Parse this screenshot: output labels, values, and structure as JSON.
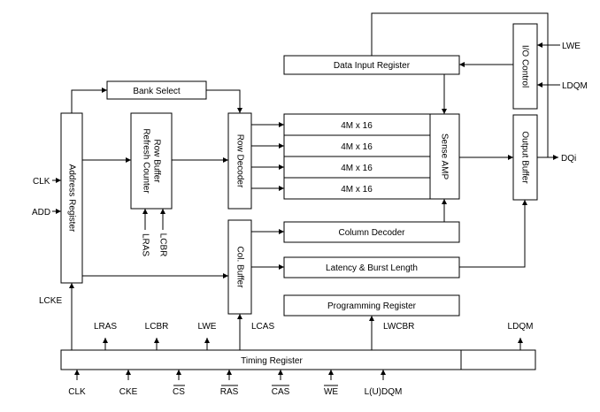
{
  "blocks": {
    "bank_select": "Bank Select",
    "address_register": "Address Register",
    "row_buffer_line1": "Row Buffer",
    "row_buffer_line2": "Refresh Counter",
    "row_decoder": "Row Decoder",
    "data_input_register": "Data Input Register",
    "memory_arrays": [
      "4M x 16",
      "4M x 16",
      "4M x 16",
      "4M x 16"
    ],
    "sense_amp": "Sense AMP",
    "io_control": "I/O Control",
    "output_buffer": "Output Buffer",
    "column_decoder": "Column Decoder",
    "latency_burst": "Latency & Burst Length",
    "programming_register": "Programming Register",
    "col_buffer": "Col. Buffer",
    "timing_register": "Timing Register"
  },
  "signals": {
    "clk_in": "CLK",
    "add_in": "ADD",
    "lcke": "LCKE",
    "lras_row": "LRAS",
    "lcbr_row": "LCBR",
    "lras_top": "LRAS",
    "lcbr_top": "LCBR",
    "lwe_top": "LWE",
    "lcas_top": "LCAS",
    "lwcbr": "LWCBR",
    "ldqm_top": "LDQM",
    "lwe_io": "LWE",
    "ldqm_io": "LDQM",
    "dqi": "DQi"
  },
  "bottom_inputs": [
    {
      "label": "CLK",
      "overline": false
    },
    {
      "label": "CKE",
      "overline": false
    },
    {
      "label": "CS",
      "overline": true
    },
    {
      "label": "RAS",
      "overline": true
    },
    {
      "label": "CAS",
      "overline": true
    },
    {
      "label": "WE",
      "overline": true
    },
    {
      "label": "L(U)DQM",
      "overline": false
    }
  ]
}
